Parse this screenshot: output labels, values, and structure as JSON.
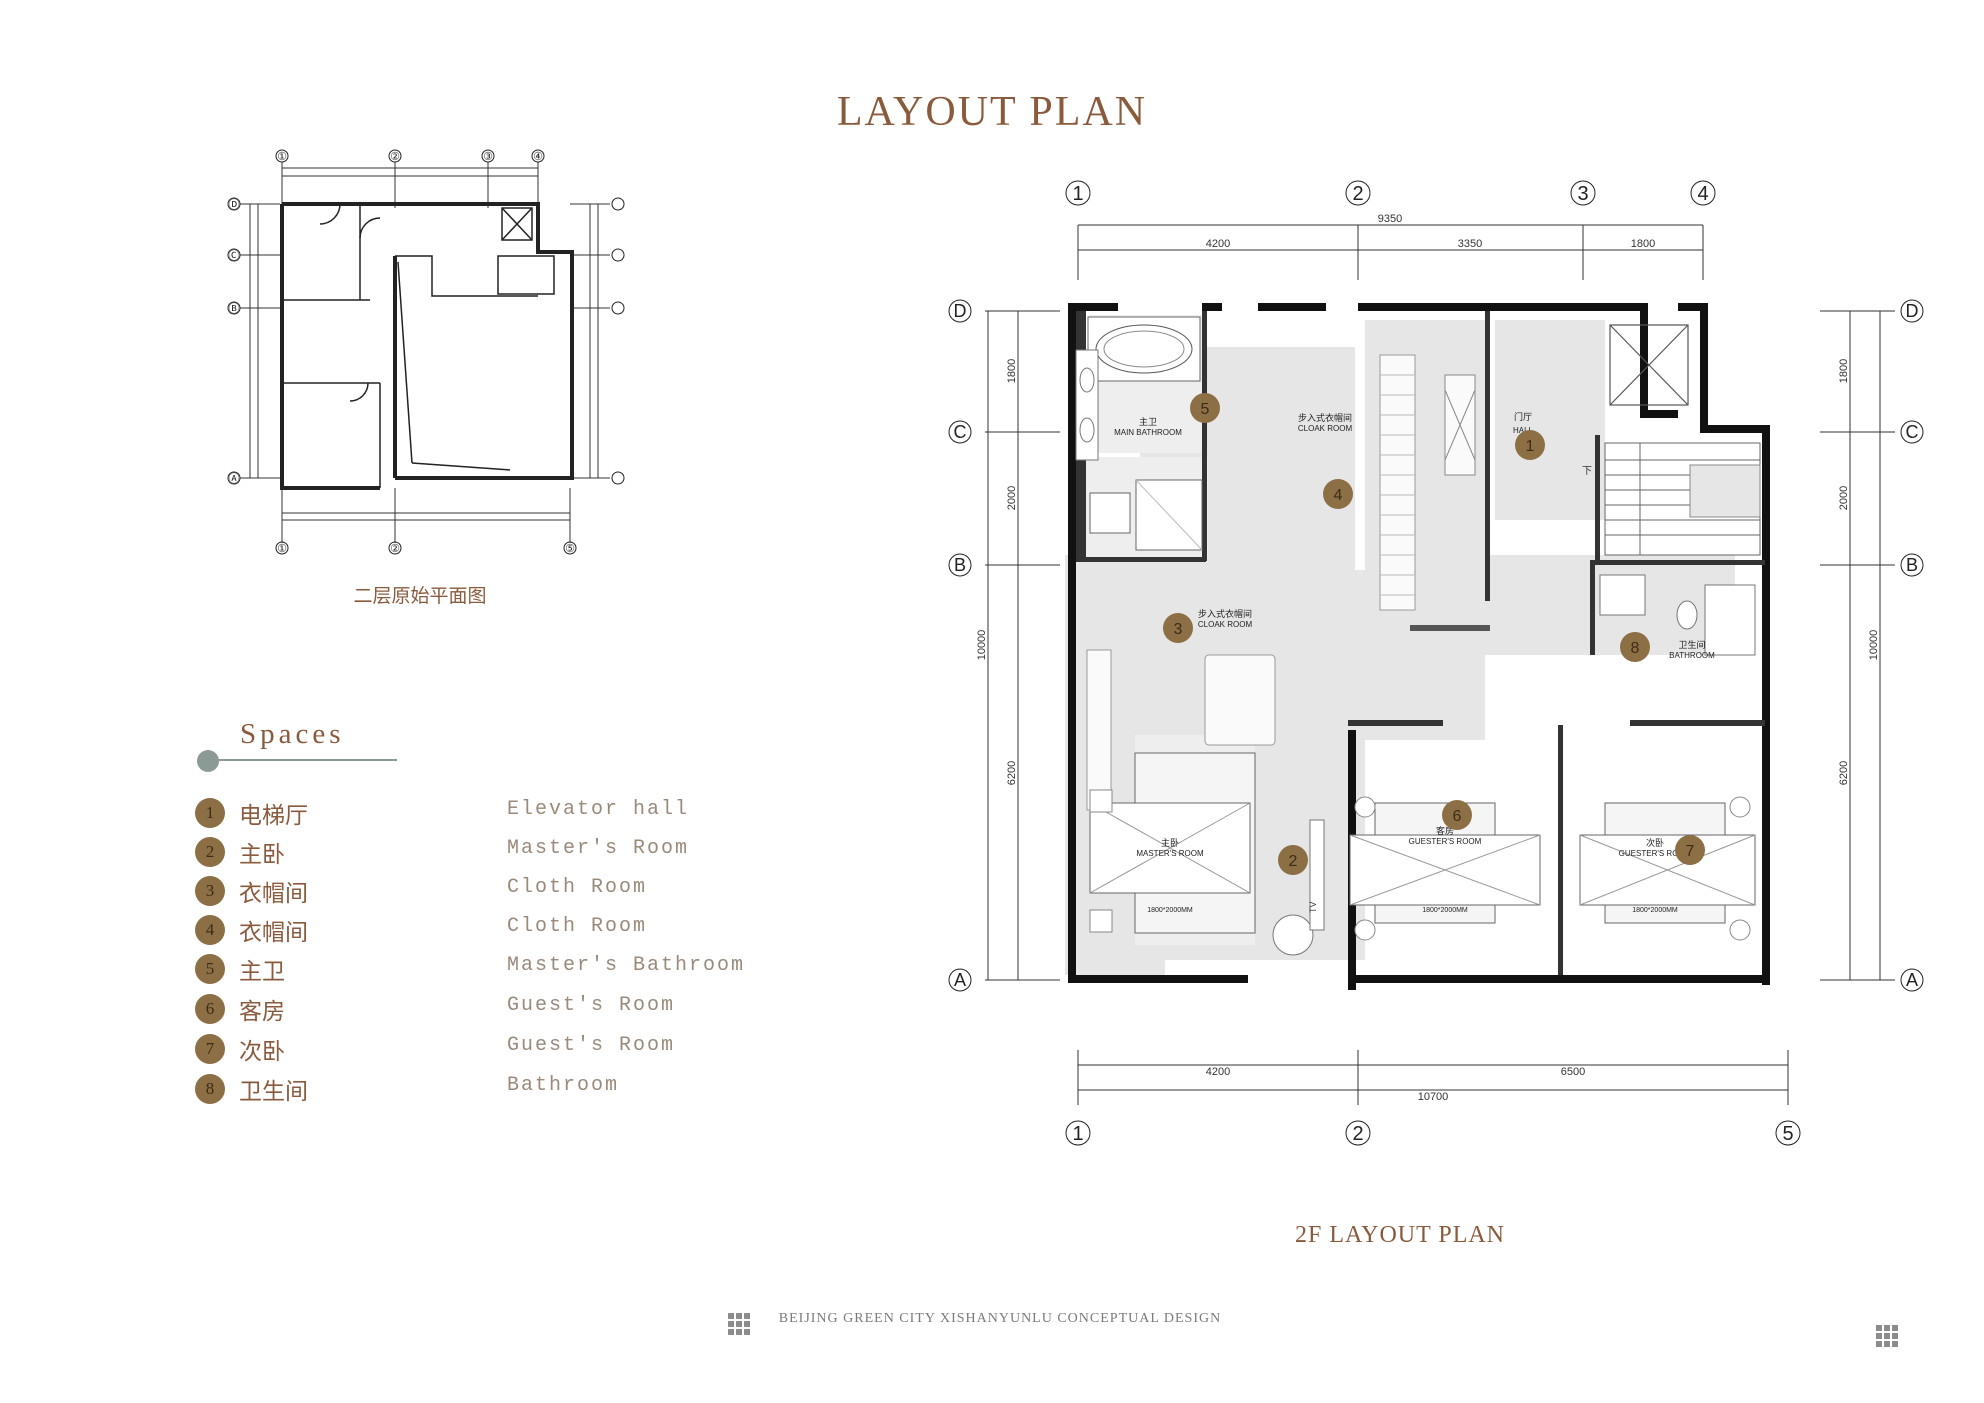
{
  "title": "LAYOUT  PLAN",
  "original_plan": {
    "caption": "二层原始平面图",
    "axis_top": [
      "①",
      "②",
      "③",
      "④"
    ],
    "axis_bottom": [
      "①",
      "②",
      "⑤"
    ],
    "axis_side": [
      "Ⓓ",
      "Ⓒ",
      "Ⓑ",
      "Ⓐ"
    ]
  },
  "legend": {
    "heading": "Spaces",
    "items": [
      {
        "num": "1",
        "cn": "电梯厅",
        "en": "Elevator hall"
      },
      {
        "num": "2",
        "cn": "主卧",
        "en": "Master's Room"
      },
      {
        "num": "3",
        "cn": "衣帽间",
        "en": "Cloth Room"
      },
      {
        "num": "4",
        "cn": "衣帽间",
        "en": "Cloth Room"
      },
      {
        "num": "5",
        "cn": "主卫",
        "en": "Master's Bathroom"
      },
      {
        "num": "6",
        "cn": "客房",
        "en": "Guest's Room"
      },
      {
        "num": "7",
        "cn": "次卧",
        "en": "Guest's Room"
      },
      {
        "num": "8",
        "cn": "卫生间",
        "en": "Bathroom"
      }
    ]
  },
  "floor_plan": {
    "caption": "2F LAYOUT PLAN",
    "axes_top": [
      "1",
      "2",
      "3",
      "4"
    ],
    "axes_bottom": [
      "1",
      "2",
      "5"
    ],
    "axes_side": [
      "D",
      "C",
      "B",
      "A"
    ],
    "dim_top_total": "9350",
    "dim_top_segments": [
      "4200",
      "3350",
      "1800"
    ],
    "dim_bottom_segments": [
      "4200",
      "6500"
    ],
    "dim_bottom_total": "10700",
    "dim_left_segments": [
      "1800",
      "2000",
      "6200"
    ],
    "dim_left_total": "10000",
    "dim_right_segments": [
      "1800",
      "2000",
      "6200"
    ],
    "dim_right_total": "10000",
    "room_labels": {
      "main_bath_cn": "主卫",
      "main_bath_en": "MAIN BATHROOM",
      "cloak1_cn": "步入式衣帽间",
      "cloak1_en": "CLOAK ROOM",
      "hall_cn": "门厅",
      "hall_en": "HALL",
      "cloak2_cn": "步入式衣帽间",
      "cloak2_en": "CLOAK ROOM",
      "bath_cn": "卫生间",
      "bath_en": "BATHROOM",
      "master_cn": "主卧",
      "master_en": "MASTER'S ROOM",
      "guest_cn": "客房",
      "guest_en": "GUESTER'S ROOM",
      "guest2_cn": "次卧",
      "guest2_en": "GUESTER'S ROOM",
      "bed_master": "1800*2000MM",
      "bed_guest": "1800*2000MM",
      "bed_guest2": "1800*2000MM",
      "tv": "TV",
      "down": "下"
    },
    "markers": [
      "1",
      "2",
      "3",
      "4",
      "5",
      "6",
      "7",
      "8"
    ]
  },
  "footer": "BEIJING GREEN CITY XISHANYUNLU CONCEPTUAL DESIGN"
}
